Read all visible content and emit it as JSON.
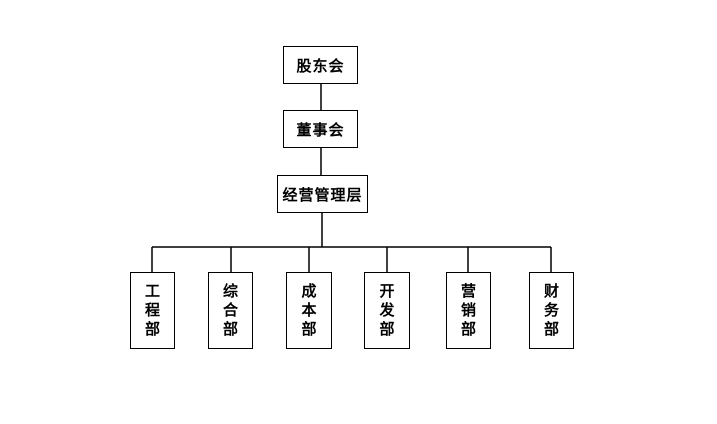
{
  "top": {
    "shareholders": "股东会",
    "board": "董事会",
    "management": "经营管理层"
  },
  "departments": [
    {
      "name": "engineering",
      "label": "工程部"
    },
    {
      "name": "general",
      "label": "综合部"
    },
    {
      "name": "cost",
      "label": "成本部"
    },
    {
      "name": "development",
      "label": "开发部"
    },
    {
      "name": "marketing",
      "label": "营销部"
    },
    {
      "name": "finance",
      "label": "财务部"
    }
  ]
}
